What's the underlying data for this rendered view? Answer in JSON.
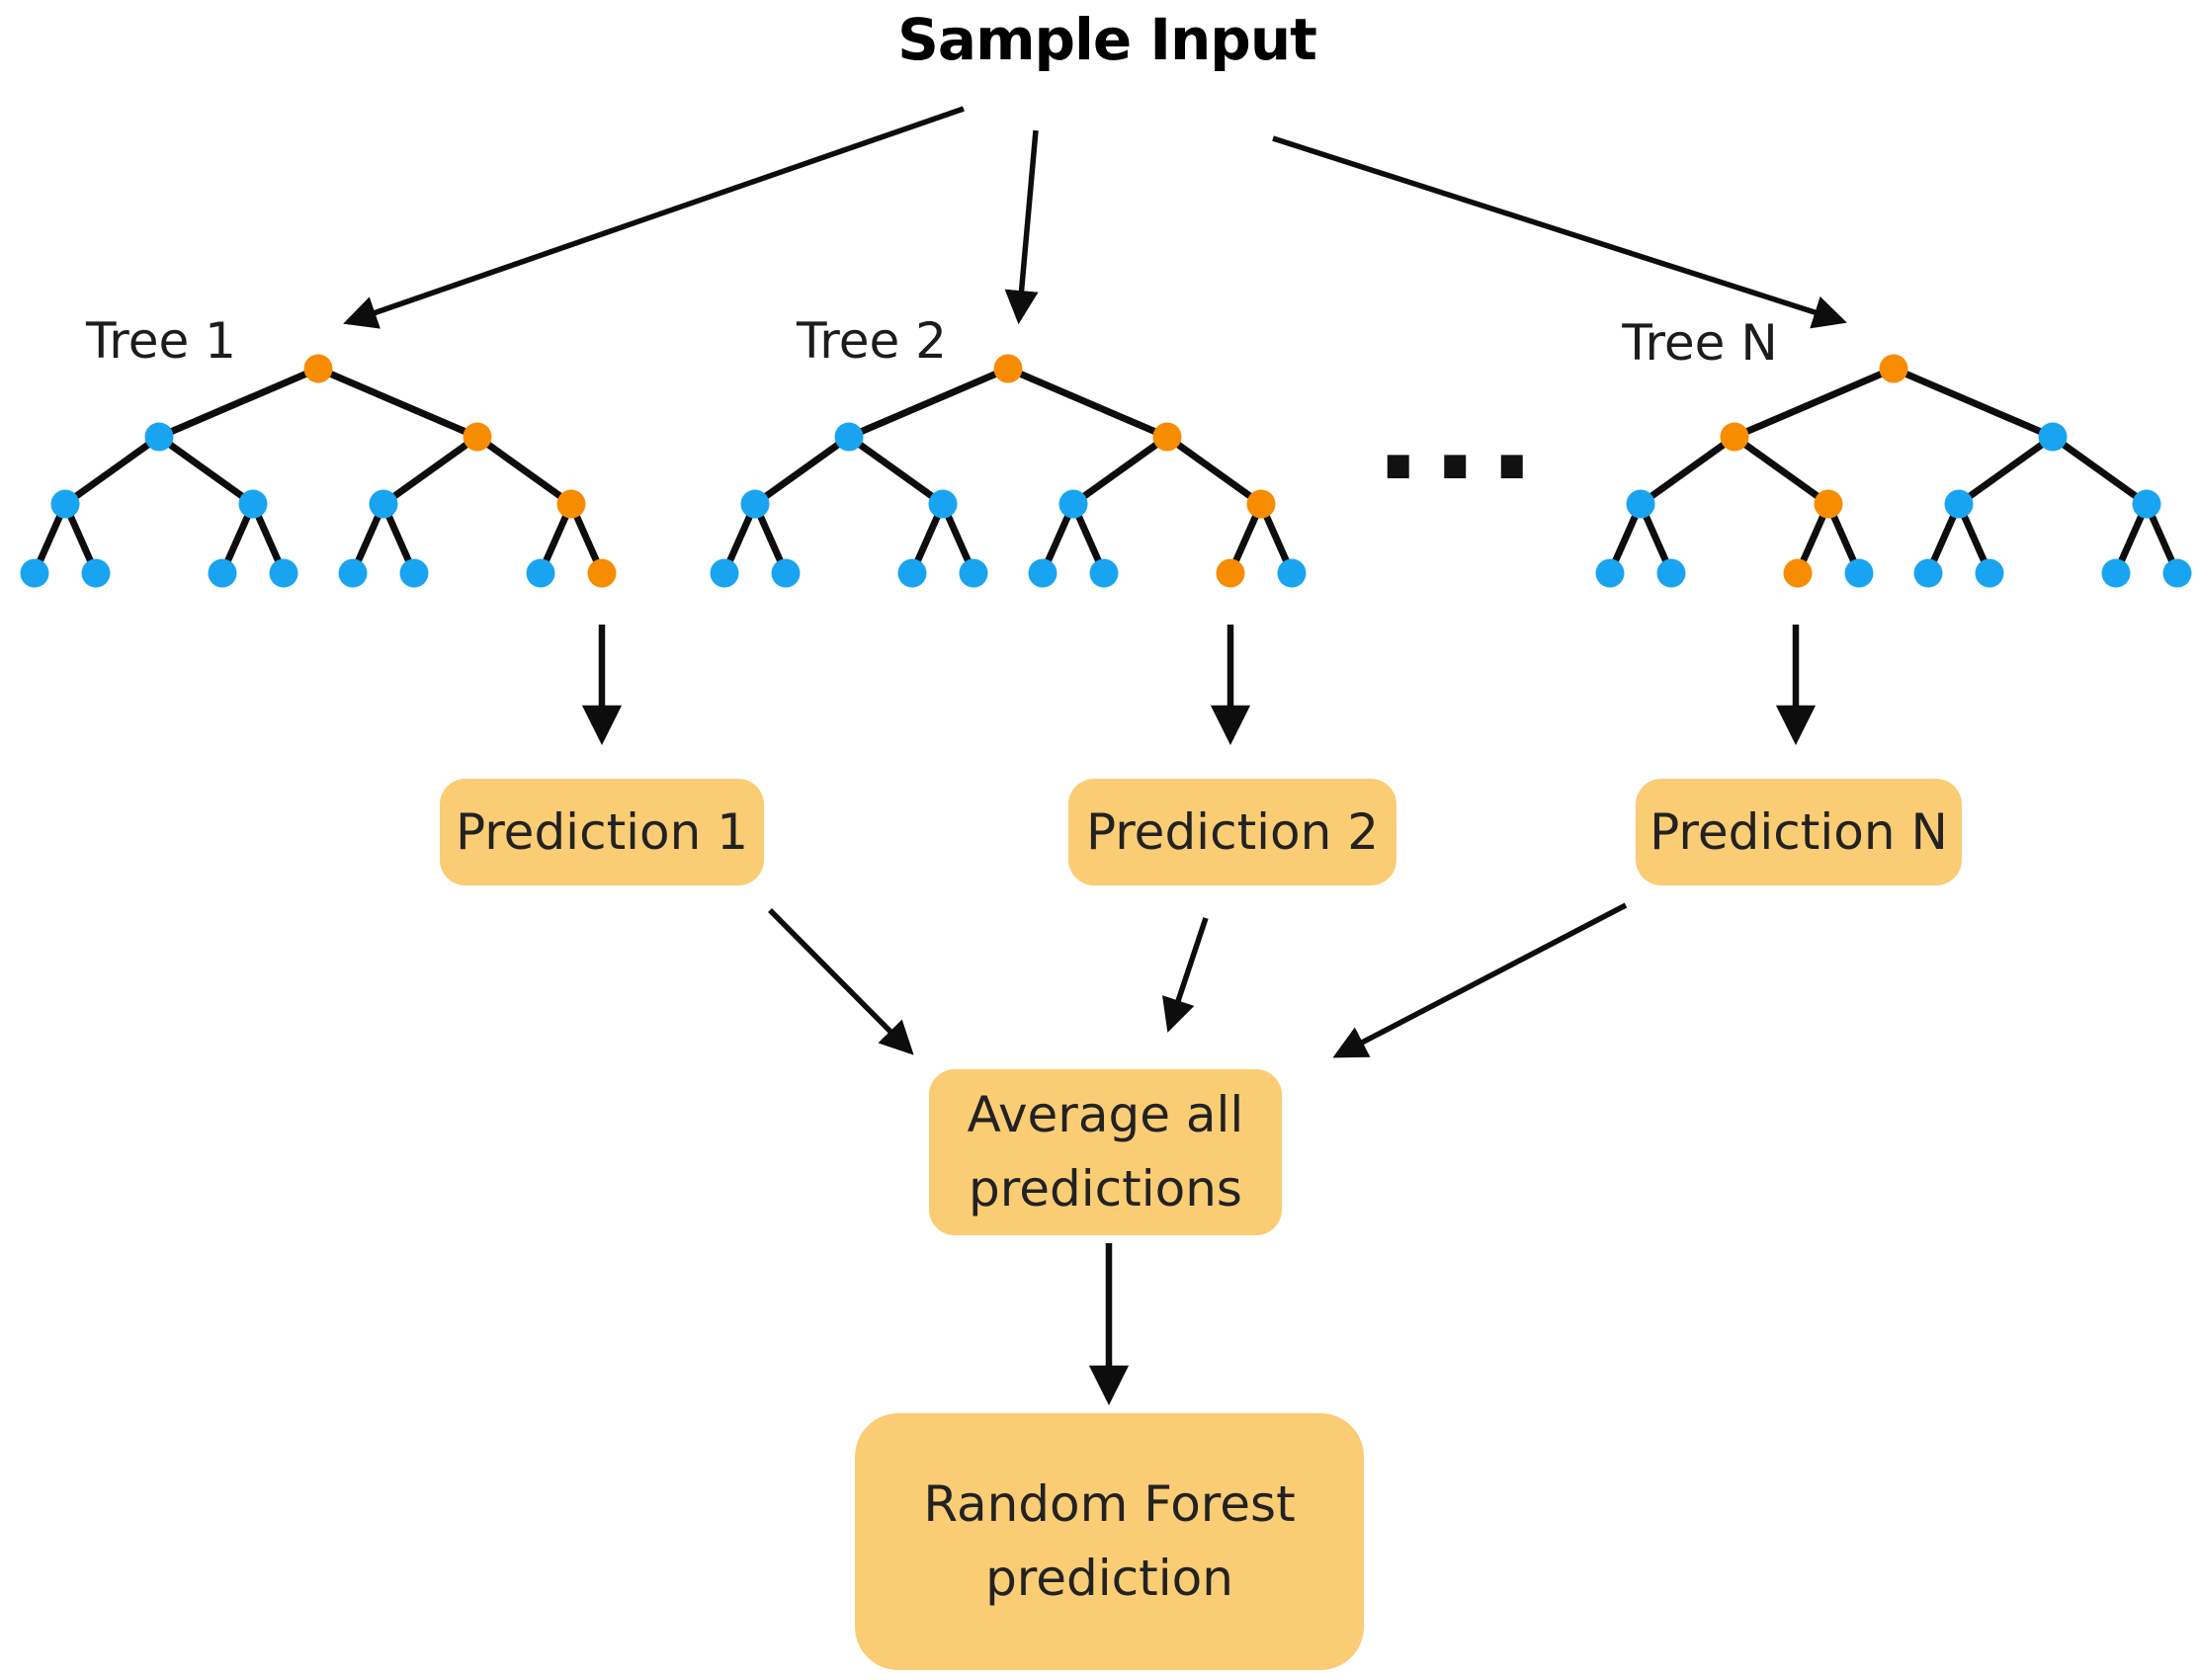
{
  "title": "Sample Input",
  "ellipsis": "...",
  "colors": {
    "blue": "#18A4F0",
    "orange": "#F78C00",
    "box_fill": "#FACC74",
    "line": "#0d0d0d",
    "label_text": "#1c1c1c"
  },
  "trees": [
    {
      "label": "Tree 1",
      "levels": [
        [
          "orange"
        ],
        [
          "blue",
          "orange"
        ],
        [
          "blue",
          "blue",
          "blue",
          "orange"
        ],
        [
          "blue",
          "blue",
          "blue",
          "blue",
          "blue",
          "blue",
          "blue",
          "orange"
        ]
      ]
    },
    {
      "label": "Tree 2",
      "levels": [
        [
          "orange"
        ],
        [
          "blue",
          "orange"
        ],
        [
          "blue",
          "blue",
          "blue",
          "orange"
        ],
        [
          "blue",
          "blue",
          "blue",
          "blue",
          "blue",
          "blue",
          "orange",
          "blue"
        ]
      ]
    },
    {
      "label": "Tree N",
      "levels": [
        [
          "orange"
        ],
        [
          "orange",
          "blue"
        ],
        [
          "blue",
          "orange",
          "blue",
          "blue"
        ],
        [
          "blue",
          "blue",
          "orange",
          "blue",
          "blue",
          "blue",
          "blue",
          "blue"
        ]
      ]
    }
  ],
  "predictions": [
    {
      "label": "Prediction 1"
    },
    {
      "label": "Prediction 2"
    },
    {
      "label": "Prediction N"
    }
  ],
  "average_box": {
    "label": "Average all\npredictions"
  },
  "final_box": {
    "label": "Random Forest\nprediction"
  }
}
